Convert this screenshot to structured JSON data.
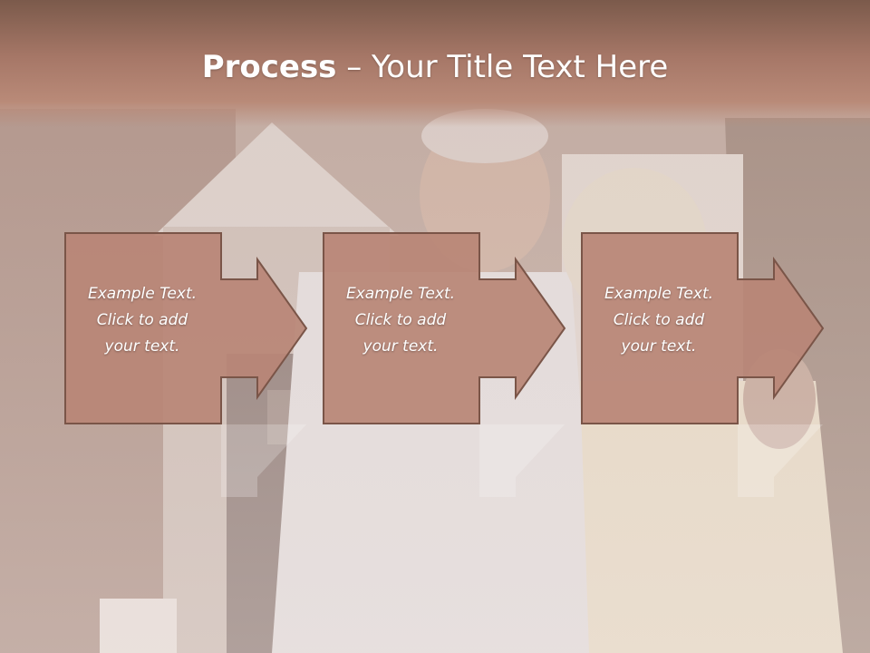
{
  "slide": {
    "title_bold": "Process",
    "title_rest": " – Your Title Text Here",
    "steps": [
      {
        "lines": [
          "Example Text.",
          "Click  to add",
          "your text."
        ]
      },
      {
        "lines": [
          "Example Text.",
          "Click  to add",
          "your text."
        ]
      },
      {
        "lines": [
          "Example Text.",
          "Click  to add",
          "your text."
        ]
      }
    ]
  },
  "colors": {
    "title_bar": "#a67767",
    "shape_fill": "#b98676",
    "shape_stroke": "#7a5548",
    "text": "#ffffff"
  }
}
